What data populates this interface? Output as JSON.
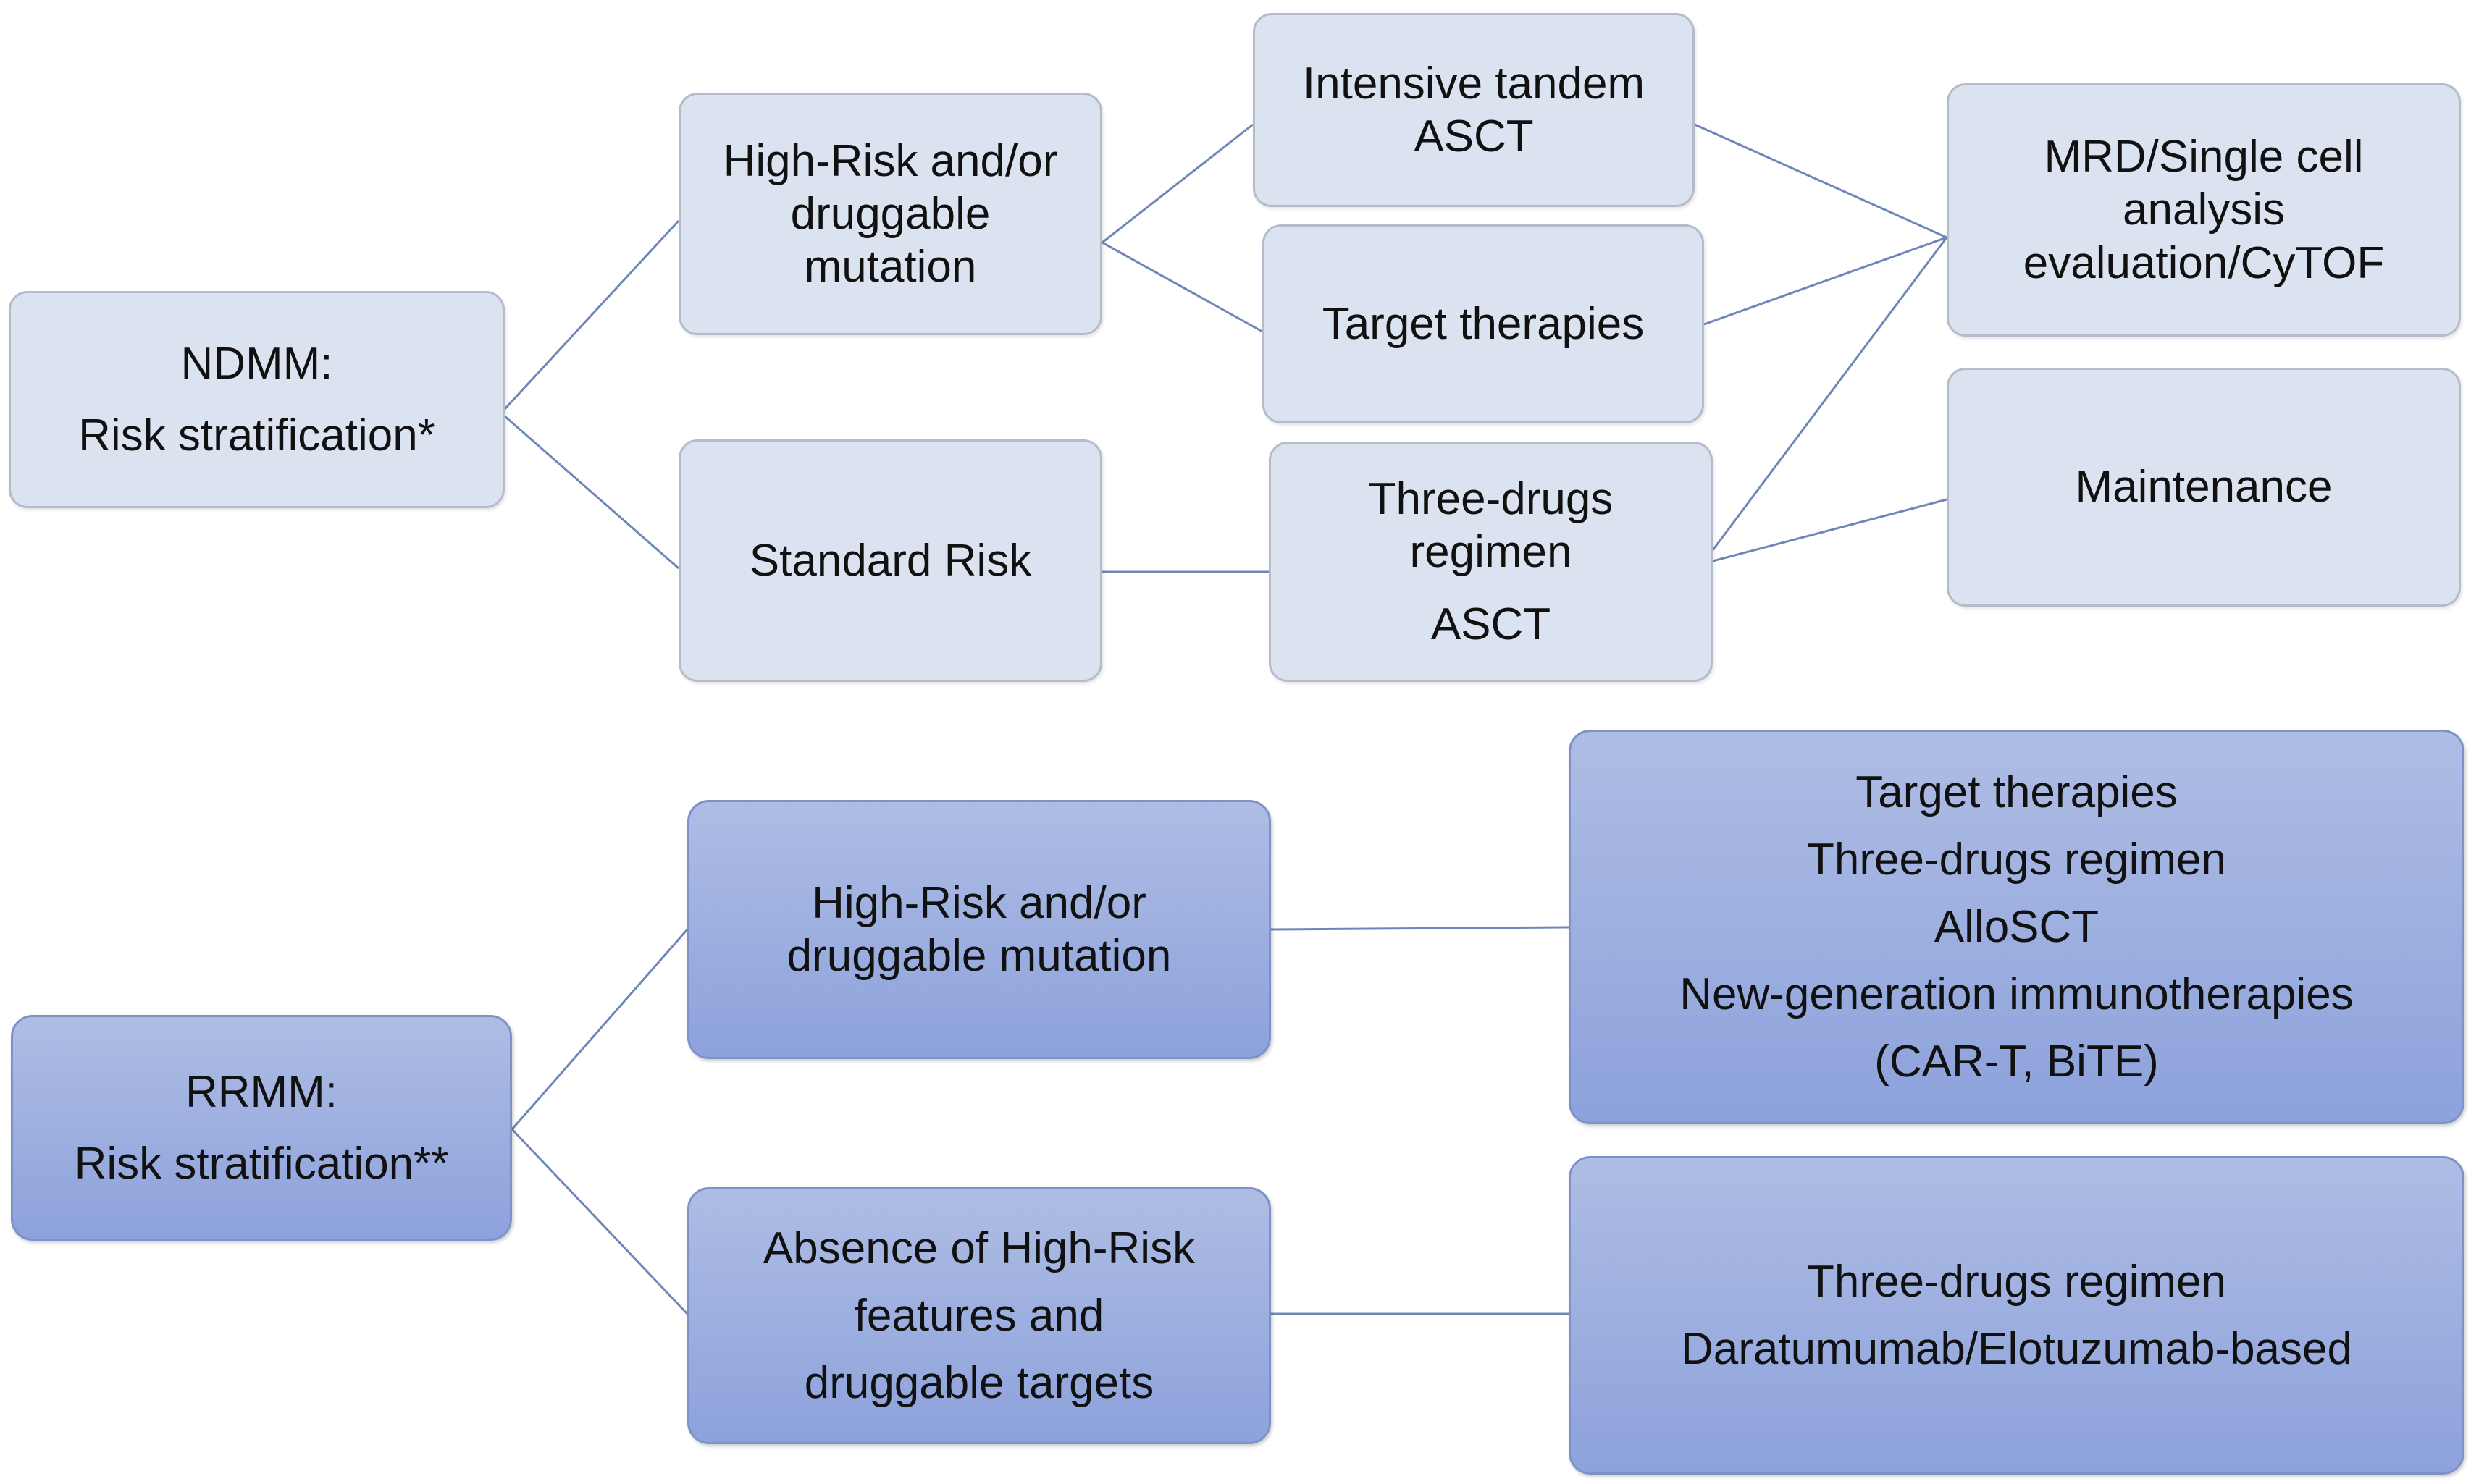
{
  "ndmm": {
    "root": [
      "NDMM:",
      "Risk stratification*"
    ],
    "high_risk": [
      "High-Risk and/or",
      "druggable",
      "mutation"
    ],
    "standard_risk": [
      "Standard Risk"
    ],
    "intensive_asct": [
      "Intensive tandem",
      "ASCT"
    ],
    "target_therapies": [
      "Target therapies"
    ],
    "three_drugs_asct": [
      "Three-drugs",
      "regimen",
      "ASCT"
    ],
    "mrd": [
      "MRD/Single cell",
      "analysis",
      "evaluation/CyTOF"
    ],
    "maintenance": [
      "Maintenance"
    ]
  },
  "rrmm": {
    "root": [
      "RRMM:",
      "Risk stratification**"
    ],
    "high_risk": [
      "High-Risk and/or",
      "druggable mutation"
    ],
    "absence": [
      "Absence of High-Risk",
      "features and",
      "druggable targets"
    ],
    "treatments_high": [
      "Target therapies",
      "Three-drugs regimen",
      "AlloSCT",
      "New-generation immunotherapies",
      "(CAR-T, BiTE)"
    ],
    "treatments_std": [
      "Three-drugs regimen",
      "Daratumumab/Elotuzumab-based"
    ]
  },
  "colors": {
    "top_fill": "#dce3f0",
    "bottom_fill": "#8da2dc",
    "connector": "#6f87b8"
  }
}
